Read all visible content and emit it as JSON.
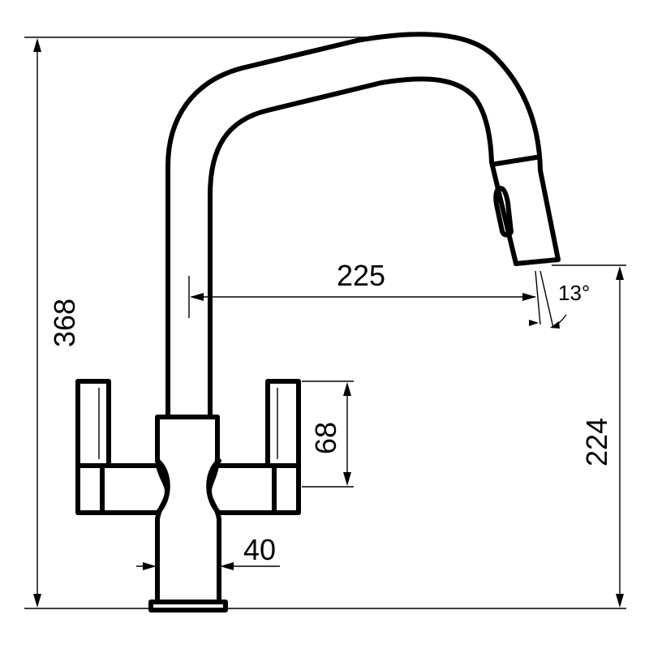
{
  "diagram": {
    "dimensions": {
      "total_height": "368",
      "reach": "225",
      "spray_angle": "13°",
      "spout_height": "224",
      "handle_height": "68",
      "body_width": "40"
    },
    "colors": {
      "stroke": "#000000",
      "background": "#ffffff"
    }
  }
}
